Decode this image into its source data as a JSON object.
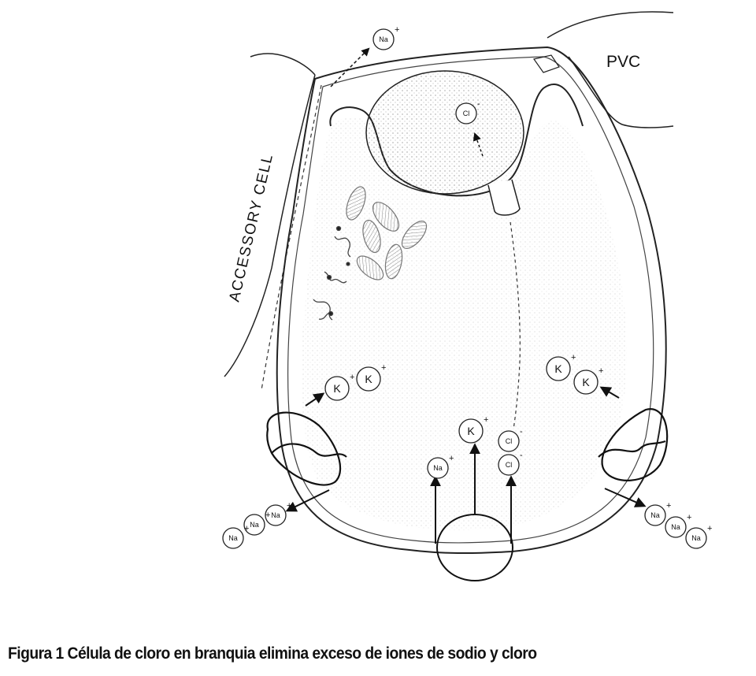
{
  "labels": {
    "pvc": "PVC",
    "accessory_cell": "ACCESSORY CELL"
  },
  "ions": {
    "na": "Na",
    "k": "K",
    "cl": "Cl",
    "plus": "+",
    "minus": "-"
  },
  "caption": "Figura 1 Célula de cloro en branquia elimina exceso de iones de sodio y cloro"
}
